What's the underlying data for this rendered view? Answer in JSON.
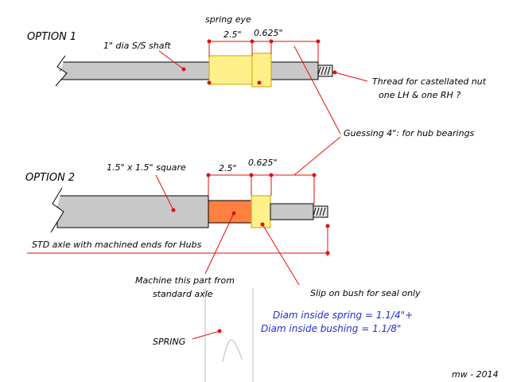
{
  "option1": {
    "title": "OPTION 1",
    "shaft_label": "1\" dia S/S shaft",
    "spring_eye_label": "spring eye",
    "dim_a": "2.5\"",
    "dim_b": "0.625\"",
    "thread_note_line1": "Thread for castellated nut",
    "thread_note_line2": "one LH & one RH ?"
  },
  "hub_note": "Guessing 4\": for hub bearings",
  "option2": {
    "title": "OPTION 2",
    "square_label": "1.5\" x 1.5\" square",
    "dim_a": "2.5\"",
    "dim_b": "0.625\"",
    "std_axle_label": "STD axle with machined ends for Hubs",
    "machine_note_line1": "Machine this part from",
    "machine_note_line2": "standard axle",
    "bush_note": "Slip on bush for seal only"
  },
  "spring_label": "SPRING",
  "diam_spring": "Diam inside spring = 1.1/4\"+",
  "diam_bushing": "Diam inside bushing = 1.1/8\"",
  "signature": "mw - 2014",
  "colors": {
    "shaft_grey": "#c8c8c8",
    "bush_yellow": "#fff08a",
    "machined_orange": "#ff8040",
    "annotation_red": "#e01010",
    "note_blue": "#1f2fd6"
  }
}
